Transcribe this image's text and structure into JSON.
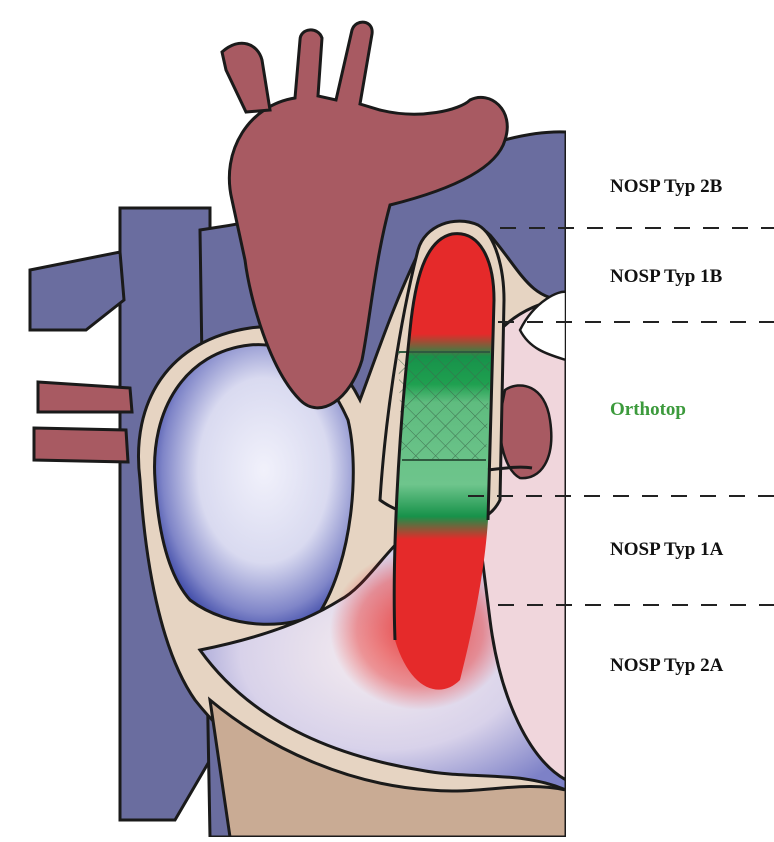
{
  "zones": {
    "typ_2b": "NOSP Typ 2B",
    "typ_1b": "NOSP Typ 1B",
    "orthotop": "Orthotop",
    "typ_1a": "NOSP Typ 1A",
    "typ_2a": "NOSP Typ 2A"
  },
  "colors": {
    "aorta": "#a85a62",
    "vein": "#6a6d9f",
    "myocardium": "#e6d4c2",
    "blood_red": "#e52a2a",
    "valve_green": "#17924a",
    "orthotop_label": "#3c9a3c",
    "atrium_blue": "#3b47a6"
  },
  "icons": {
    "valve_stent": "stent-mesh-icon"
  }
}
